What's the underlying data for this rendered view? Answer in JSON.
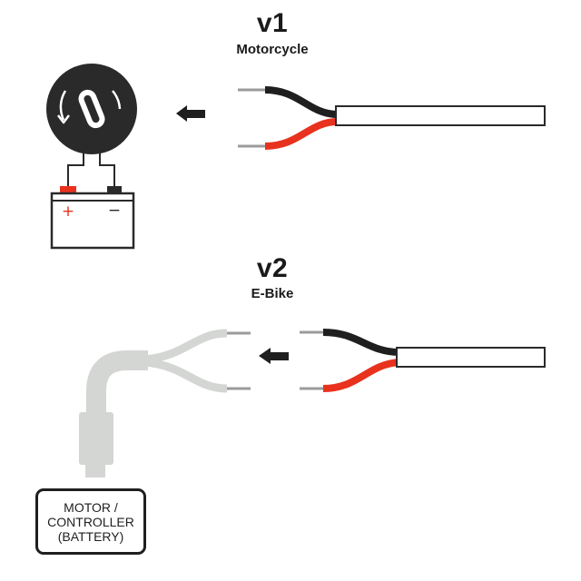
{
  "v1": {
    "version": "v1",
    "name": "Motorcycle"
  },
  "v2": {
    "version": "v2",
    "name": "E-Bike"
  },
  "battery": {
    "plus": "+",
    "minus": "−"
  },
  "motor_box": {
    "line1": "MOTOR /",
    "line2": "CONTROLLER",
    "line3": "(BATTERY)"
  },
  "colors": {
    "black_wire": "#1f1f1f",
    "red_wire": "#e8321e",
    "grey_cable": "#d4d6d3",
    "pin": "#9b9b9b",
    "outline": "#2a2a2a"
  },
  "icons": [
    "ignition-switch-icon",
    "battery-icon",
    "left-arrow-icon",
    "connector-plug-icon"
  ]
}
